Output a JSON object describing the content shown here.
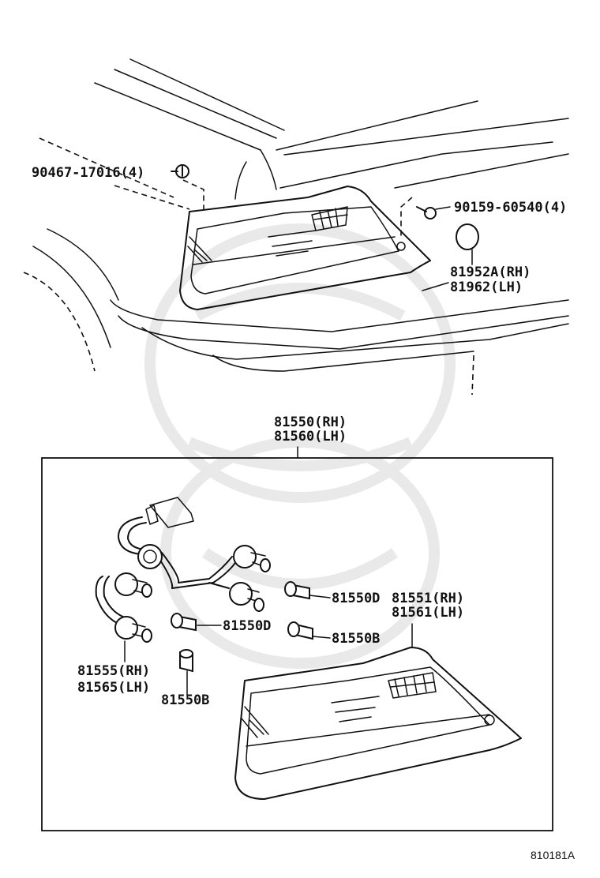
{
  "labels": {
    "bolt_90467": "90467-17016(4)",
    "screw_90159": "90159-60540(4)",
    "cap_rh": "81952A(RH)",
    "cap_lh": "81962(LH)",
    "assy_rh": "81550(RH)",
    "assy_lh": "81560(LH)",
    "socket_d_upper": "81550D",
    "socket_d_lower": "81550D",
    "bulb_b_right": "81550B",
    "bulb_b_lower": "81550B",
    "lens_rh": "81551(RH)",
    "lens_lh": "81561(LH)",
    "wire_rh": "81555(RH)",
    "wire_lh": "81565(LH)"
  },
  "reference_code": "810181A"
}
